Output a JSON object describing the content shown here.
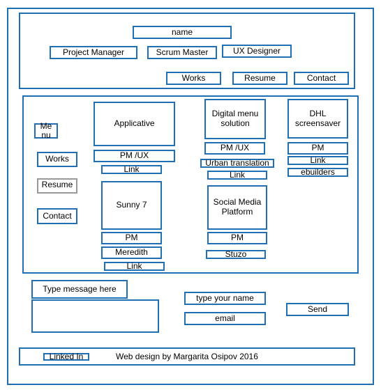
{
  "header": {
    "name": "name",
    "roles": [
      "Project Manager",
      "Scrum Master",
      "UX Designer"
    ],
    "nav": [
      "Works",
      "Resume",
      "Contact"
    ]
  },
  "side_menu": {
    "menu": "Me nu",
    "works": "Works",
    "resume": "Resume",
    "contact": "Contact"
  },
  "projects": [
    {
      "title": "Applicative",
      "role": "PM /UX",
      "link": "Link"
    },
    {
      "title": "Digital menu solution",
      "role": "PM /UX",
      "client": "Urban translation",
      "link": "Link"
    },
    {
      "title": "DHL screensaver",
      "role": "PM",
      "link": "Link",
      "client": "ebuilders"
    },
    {
      "title": "Sunny 7",
      "role": "PM",
      "client": "Meredith",
      "link": "Link"
    },
    {
      "title": "Social Media Platform",
      "role": "PM",
      "client": "Stuzo"
    }
  ],
  "contact_form": {
    "message_label": "Type message here",
    "message_value": "",
    "name_field": "type your  name",
    "email_field": "email",
    "send": "Send"
  },
  "footer": {
    "linkedin": "Linked In",
    "credit": "Web design by Margarita Osipov 2016"
  }
}
